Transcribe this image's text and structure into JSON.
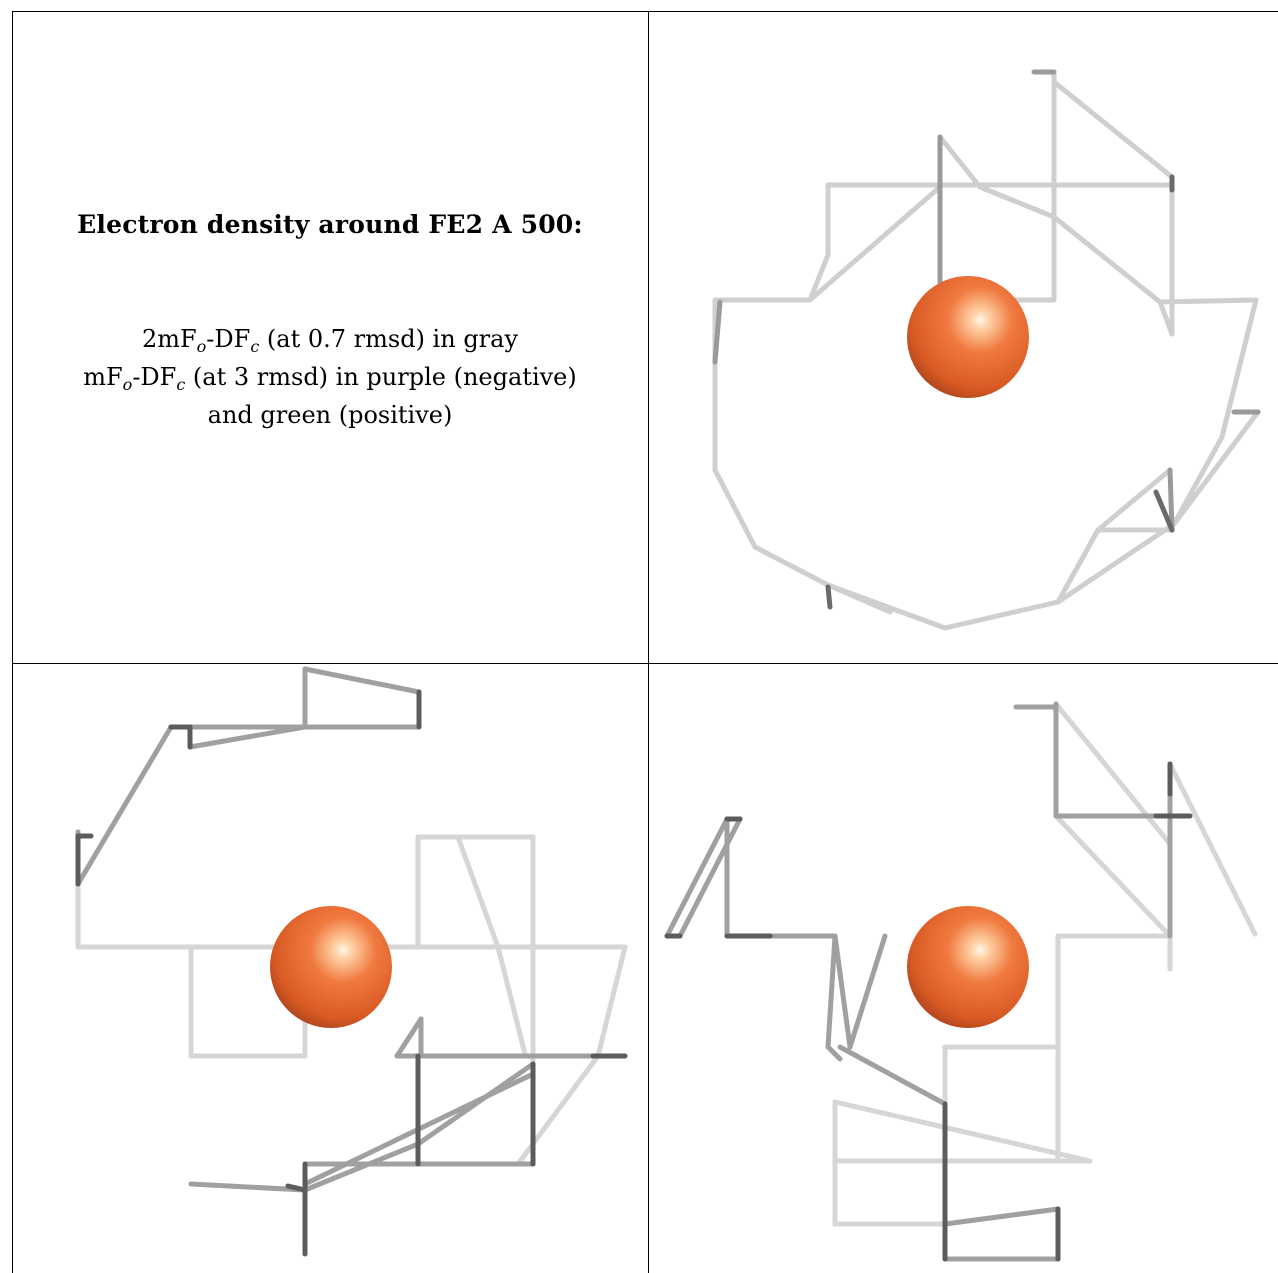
{
  "title": "Electron density around FE2 A 500:",
  "legend": {
    "map1": {
      "prefix": "2mF",
      "o": "o",
      "mid": "-DF",
      "c": "c",
      "rest": " (at 0.7 rmsd) in gray"
    },
    "map2": {
      "prefix": "mF",
      "o": "o",
      "mid": "-DF",
      "c": "c",
      "rest": " (at 3 rmsd) in purple (negative)"
    },
    "map2_cont": "and green (positive)"
  },
  "colors": {
    "atom": "#ec6b32",
    "atom_highlight": "#ffe3c8",
    "atom_shadow": "#b3401a",
    "mesh_light": "#d4d4d4",
    "mesh_mid": "#a3a3a3",
    "mesh_dark": "#595959",
    "grid": "#000000"
  },
  "atom_label": "FE2 A 500"
}
